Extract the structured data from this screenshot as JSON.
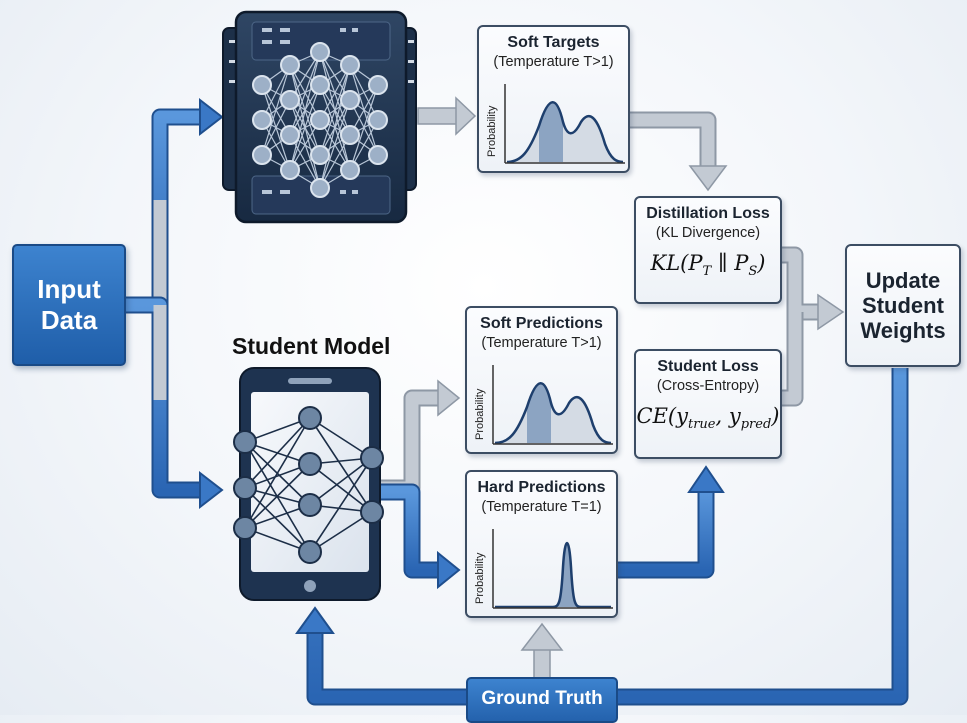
{
  "input": {
    "line1": "Input",
    "line2": "Data"
  },
  "student": {
    "title": "Student Model"
  },
  "soft_targets": {
    "title": "Soft Targets",
    "subtitle": "(Temperature T>1)",
    "ylabel": "Probability"
  },
  "soft_predictions": {
    "title": "Soft Predictions",
    "subtitle": "(Temperature T>1)",
    "ylabel": "Probability"
  },
  "hard_predictions": {
    "title": "Hard Predictions",
    "subtitle": "(Temperature T=1)",
    "ylabel": "Probability"
  },
  "distillation_loss": {
    "title": "Distillation Loss",
    "subtitle": "(KL Divergence)",
    "formula_main": "KL(P",
    "formula_t": "T",
    "formula_mid": " ∥ P",
    "formula_s": "S",
    "formula_end": ")"
  },
  "student_loss": {
    "title": "Student Loss",
    "subtitle": "(Cross-Entropy)",
    "formula_main": "CE(y",
    "formula_true": "true",
    "formula_mid": ", y",
    "formula_pred": "pred",
    "formula_end": ")"
  },
  "update": {
    "line1": "Update",
    "line2": "Student",
    "line3": "Weights"
  },
  "ground_truth": {
    "label": "Ground Truth"
  },
  "colors": {
    "blue_arrow": "#3a78c6",
    "gray_arrow": "#c3cad3",
    "dark_navy": "#1f3552",
    "node_fill": "#6d86a3"
  }
}
